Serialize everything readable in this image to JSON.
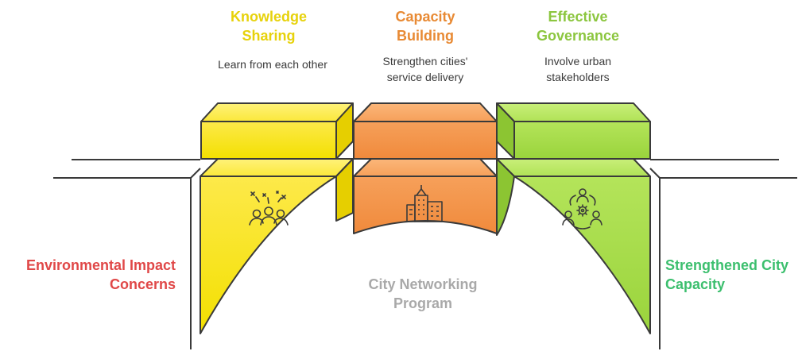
{
  "pillars": [
    {
      "title_line1": "Knowledge",
      "title_line2": "Sharing",
      "desc_line1": "Learn from each other",
      "desc_line2": "",
      "color": "#e7d20b",
      "fill": "#f8e81a",
      "icon": "celebrating-people-icon"
    },
    {
      "title_line1": "Capacity",
      "title_line2": "Building",
      "desc_line1": "Strengthen cities'",
      "desc_line2": "service delivery",
      "color": "#e88a34",
      "fill": "#f59a4a",
      "icon": "city-buildings-icon"
    },
    {
      "title_line1": "Effective",
      "title_line2": "Governance",
      "desc_line1": "Involve urban",
      "desc_line2": "stakeholders",
      "color": "#8cc63f",
      "fill": "#a4dc4a",
      "icon": "stakeholders-gear-icon"
    }
  ],
  "left_label": {
    "line1": "Environmental Impact",
    "line2": "Concerns",
    "color": "#e04848"
  },
  "right_label": {
    "line1": "Strengthened City",
    "line2": "Capacity",
    "color": "#3cbf6e"
  },
  "center_label": {
    "line1": "City Networking",
    "line2": "Program",
    "color": "#a9a9a9"
  }
}
